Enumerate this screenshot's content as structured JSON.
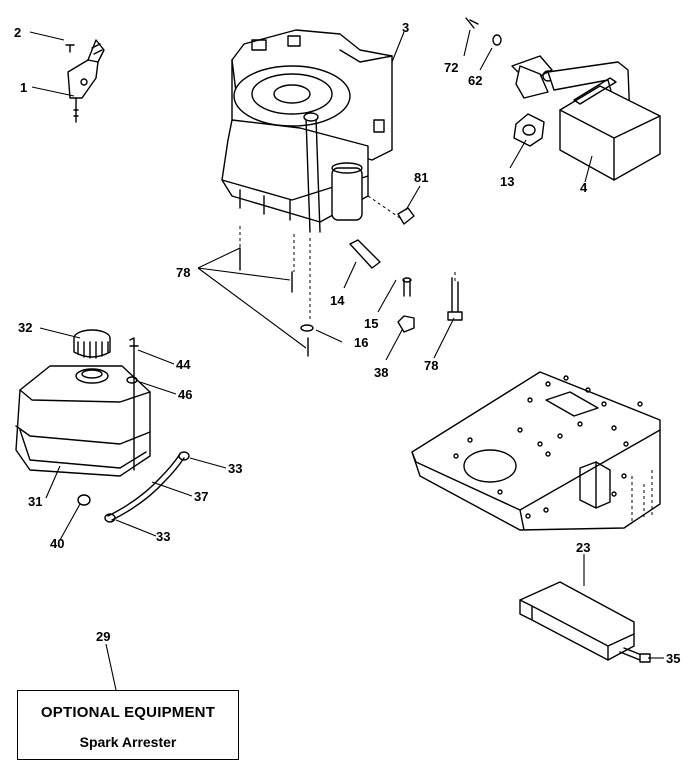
{
  "callouts": {
    "c1": "1",
    "c2": "2",
    "c3": "3",
    "c4": "4",
    "c13": "13",
    "c14": "14",
    "c15": "15",
    "c16": "16",
    "c23": "23",
    "c29": "29",
    "c31": "31",
    "c32": "32",
    "c33a": "33",
    "c33b": "33",
    "c35": "35",
    "c37": "37",
    "c38": "38",
    "c40": "40",
    "c44": "44",
    "c46": "46",
    "c62": "62",
    "c72": "72",
    "c78a": "78",
    "c78b": "78",
    "c81": "81"
  },
  "optional_equipment": {
    "title": "OPTIONAL EQUIPMENT",
    "item": "Spark Arrester"
  }
}
